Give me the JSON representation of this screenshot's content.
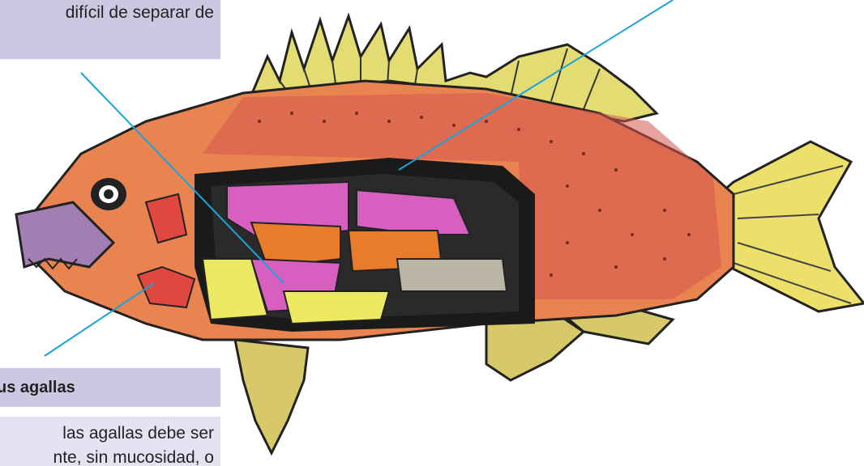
{
  "callouts": {
    "top": {
      "text": "difícil de separar de"
    },
    "gills": {
      "title": "us agallas",
      "body_line1": "las agallas debe ser",
      "body_line2": "nte, sin mucosidad, o"
    }
  },
  "colors": {
    "callout_header_bg": "#cbc8e2",
    "callout_body_bg": "#e5e3f1",
    "leader_line": "#1aa3d8"
  }
}
